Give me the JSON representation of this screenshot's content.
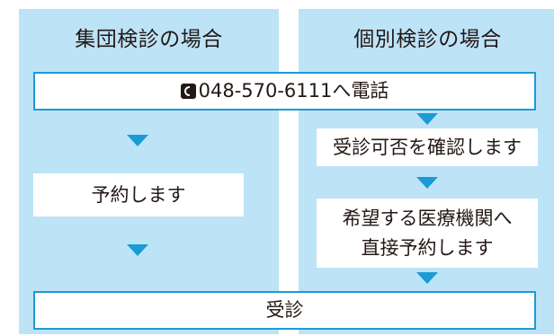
{
  "columns": {
    "left_title": "集団検診の場合",
    "right_title": "個別検診の場合"
  },
  "steps": {
    "phone": "048-570-6111へ電話",
    "reserve": "予約します",
    "confirm": "受診可否を確認します",
    "direct_line1": "希望する医療機関へ",
    "direct_line2": "直接予約します",
    "visit": "受診"
  },
  "icons": {
    "phone": "phone-icon"
  },
  "colors": {
    "column_bg": "#bde3f7",
    "accent": "#1a9bd6",
    "text": "#231815"
  }
}
